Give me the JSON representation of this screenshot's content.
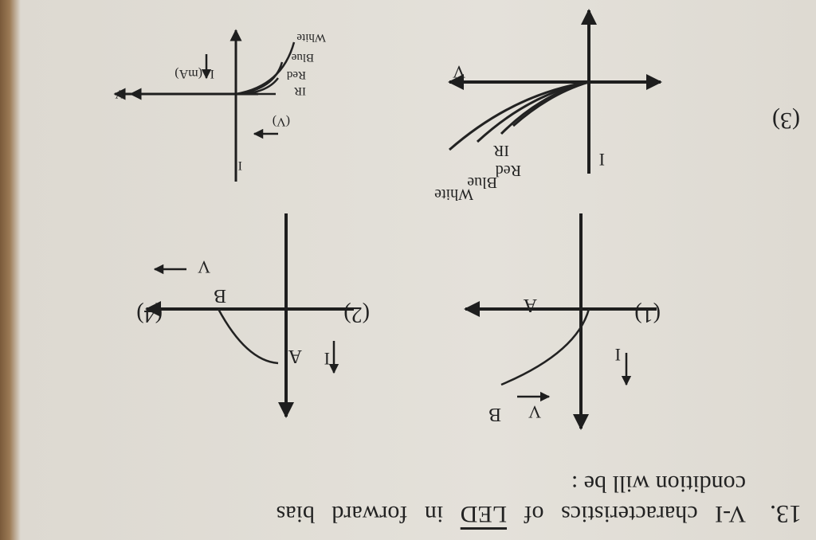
{
  "question": {
    "number": "13.",
    "line1_words": [
      "V-I",
      "characteristics",
      "of"
    ],
    "led_word": "LED",
    "line1_rest": [
      "in",
      "forward",
      "bias"
    ],
    "line2": "condition will be :"
  },
  "options": [
    {
      "label": "(1)",
      "axis_i": "I",
      "axis_v": "V",
      "point_a": "A",
      "point_b": "B"
    },
    {
      "label": "(2)",
      "axis_i": "I",
      "axis_v": "V",
      "point_a": "A",
      "point_b": "B"
    },
    {
      "label": "(3)",
      "axis_i": "I",
      "axis_v": "V",
      "curves": [
        "IR",
        "Red",
        "Blue",
        "White"
      ]
    },
    {
      "label": "(4)",
      "axis_i": "I",
      "axis_i_unit": "(mA)",
      "axis_v": "V",
      "axis_v_unit": "(V)",
      "curves": [
        "IR",
        "Red",
        "Blue",
        "White"
      ]
    }
  ]
}
